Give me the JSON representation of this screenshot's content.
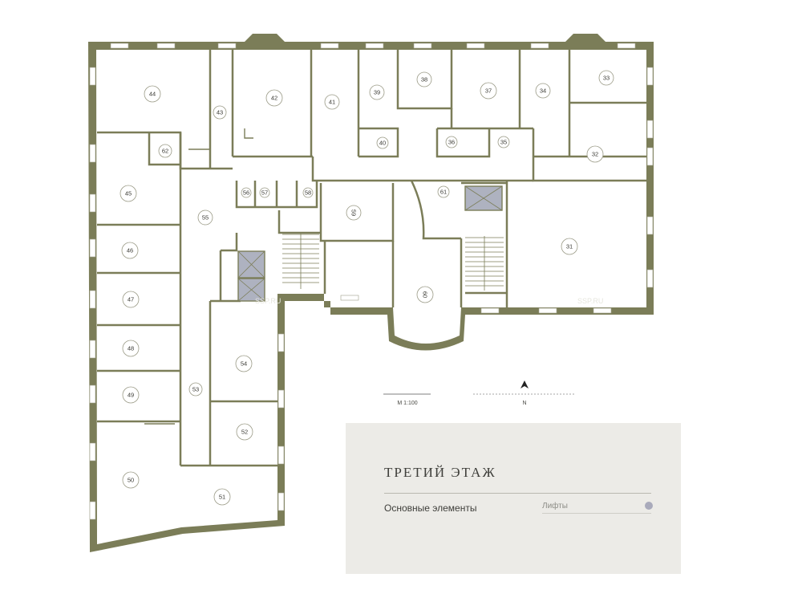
{
  "floor_title": "ТРЕТИЙ ЭТАЖ",
  "legend": {
    "elements_label": "Основные элементы",
    "lifts_label": "Лифты",
    "lifts_color": "#a9aabb"
  },
  "scale_label": "М 1:100",
  "north_label": "N",
  "watermark": "SSP.RU",
  "colors": {
    "walls": "#7b7d58",
    "lift": "#aeb2c0",
    "panel": "#ecebe7"
  },
  "rooms": [
    {
      "id": "44"
    },
    {
      "id": "43"
    },
    {
      "id": "42"
    },
    {
      "id": "41"
    },
    {
      "id": "39"
    },
    {
      "id": "38"
    },
    {
      "id": "37"
    },
    {
      "id": "34"
    },
    {
      "id": "33"
    },
    {
      "id": "32"
    },
    {
      "id": "62"
    },
    {
      "id": "40"
    },
    {
      "id": "36"
    },
    {
      "id": "35"
    },
    {
      "id": "45"
    },
    {
      "id": "55"
    },
    {
      "id": "56"
    },
    {
      "id": "57"
    },
    {
      "id": "58"
    },
    {
      "id": "59"
    },
    {
      "id": "61"
    },
    {
      "id": "31"
    },
    {
      "id": "46"
    },
    {
      "id": "47"
    },
    {
      "id": "60"
    },
    {
      "id": "48"
    },
    {
      "id": "54"
    },
    {
      "id": "53"
    },
    {
      "id": "49"
    },
    {
      "id": "52"
    },
    {
      "id": "50"
    },
    {
      "id": "51"
    }
  ]
}
